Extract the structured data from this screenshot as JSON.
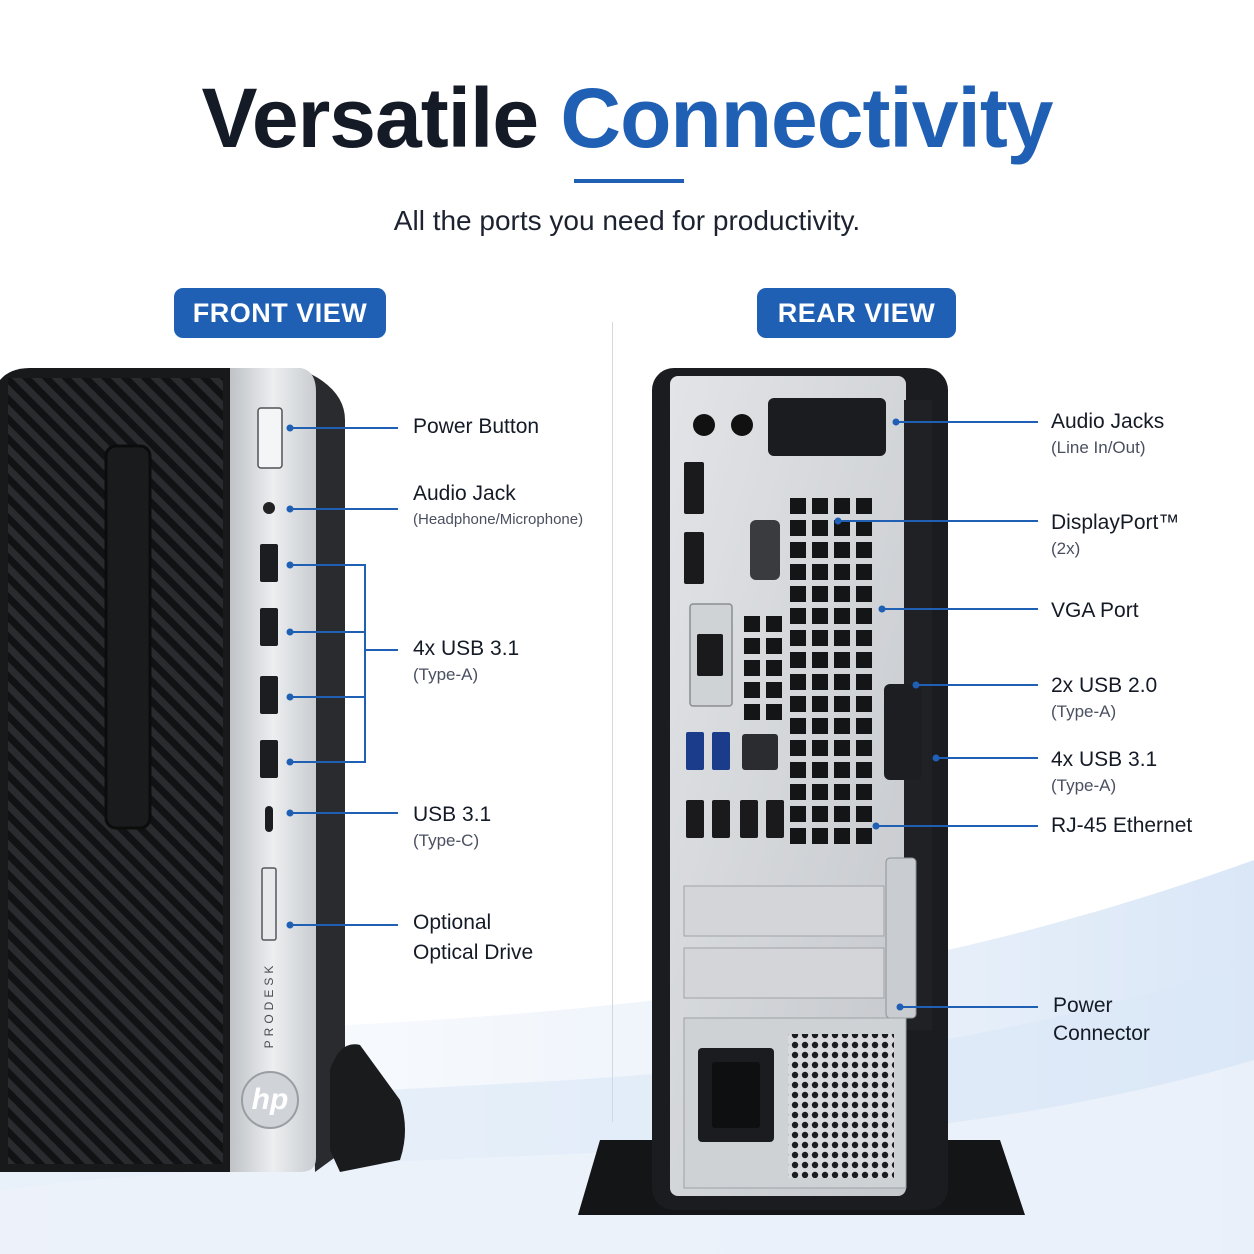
{
  "header": {
    "title_part1": "Versatile",
    "title_part2": "Connectivity",
    "subtitle": "All the ports you need for productivity."
  },
  "front_view": {
    "badge": "FRONT VIEW",
    "device_brand_text": "PRODESK",
    "device_logo_text": "hp",
    "callouts": [
      {
        "label": "Power Button",
        "sub": ""
      },
      {
        "label": "Audio Jack",
        "sub": "(Headphone/Microphone)"
      },
      {
        "label": "4x USB 3.1",
        "sub": "(Type-A)"
      },
      {
        "label": "USB 3.1",
        "sub": "(Type-C)"
      },
      {
        "label": "Optional",
        "sub": "Optical Drive"
      }
    ]
  },
  "rear_view": {
    "badge": "REAR VIEW",
    "callouts": [
      {
        "label": "Audio Jacks",
        "sub": "(Line In/Out)"
      },
      {
        "label": "DisplayPort™",
        "sub": "(2x)"
      },
      {
        "label": "VGA Port",
        "sub": ""
      },
      {
        "label": "2x USB 2.0",
        "sub": "(Type-A)"
      },
      {
        "label": "4x USB 3.1",
        "sub": "(Type-A)"
      },
      {
        "label": "RJ-45 Ethernet",
        "sub": ""
      },
      {
        "label": "Power",
        "sub": "Connector"
      }
    ]
  },
  "colors": {
    "accent": "#1f5fb4",
    "title": "#141a26",
    "device_black": "#1b1c1f",
    "device_silver": "#d9dbde"
  }
}
